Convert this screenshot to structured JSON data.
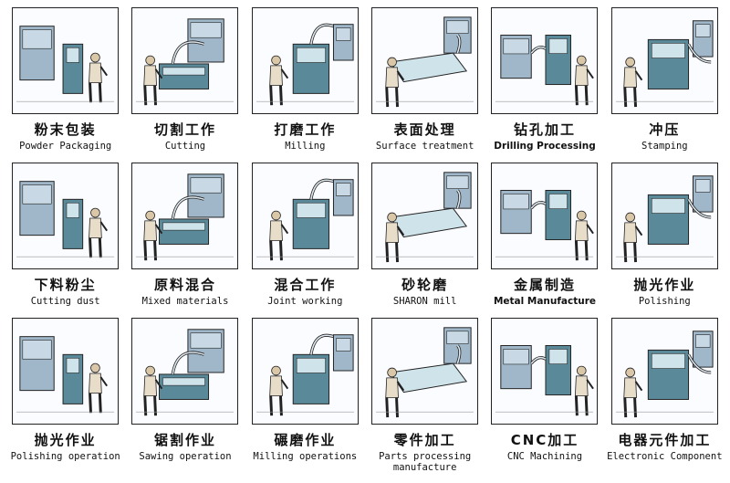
{
  "items": [
    {
      "zh": "粉末包装",
      "en": "Powder Packaging"
    },
    {
      "zh": "切割工作",
      "en": "Cutting"
    },
    {
      "zh": "打磨工作",
      "en": "Milling"
    },
    {
      "zh": "表面处理",
      "en": "Surface treatment"
    },
    {
      "zh": "钻孔加工",
      "en": "Drilling Processing"
    },
    {
      "zh": "冲压",
      "en": "Stamping"
    },
    {
      "zh": "下料粉尘",
      "en": "Cutting dust"
    },
    {
      "zh": "原料混合",
      "en": "Mixed materials"
    },
    {
      "zh": "混合工作",
      "en": "Joint working"
    },
    {
      "zh": "砂轮磨",
      "en": "SHARON mill"
    },
    {
      "zh": "金属制造",
      "en": "Metal Manufacture"
    },
    {
      "zh": "抛光作业",
      "en": "Polishing"
    },
    {
      "zh": "抛光作业",
      "en": "Polishing operation"
    },
    {
      "zh": "锯割作业",
      "en": "Sawing operation"
    },
    {
      "zh": "碾磨作业",
      "en": "Milling operations"
    },
    {
      "zh": "零件加工",
      "en": "Parts processing manufacture"
    },
    {
      "zh": "CNC加工",
      "en": "CNC Machining"
    },
    {
      "zh": "电器元件加工",
      "en": "Electronic Component"
    }
  ],
  "colors": {
    "machine": "#5a8a9a",
    "machine_light": "#cfe3ea",
    "collector": "#9fb7c9",
    "worker": "#d9c7a8",
    "line": "#222222"
  }
}
